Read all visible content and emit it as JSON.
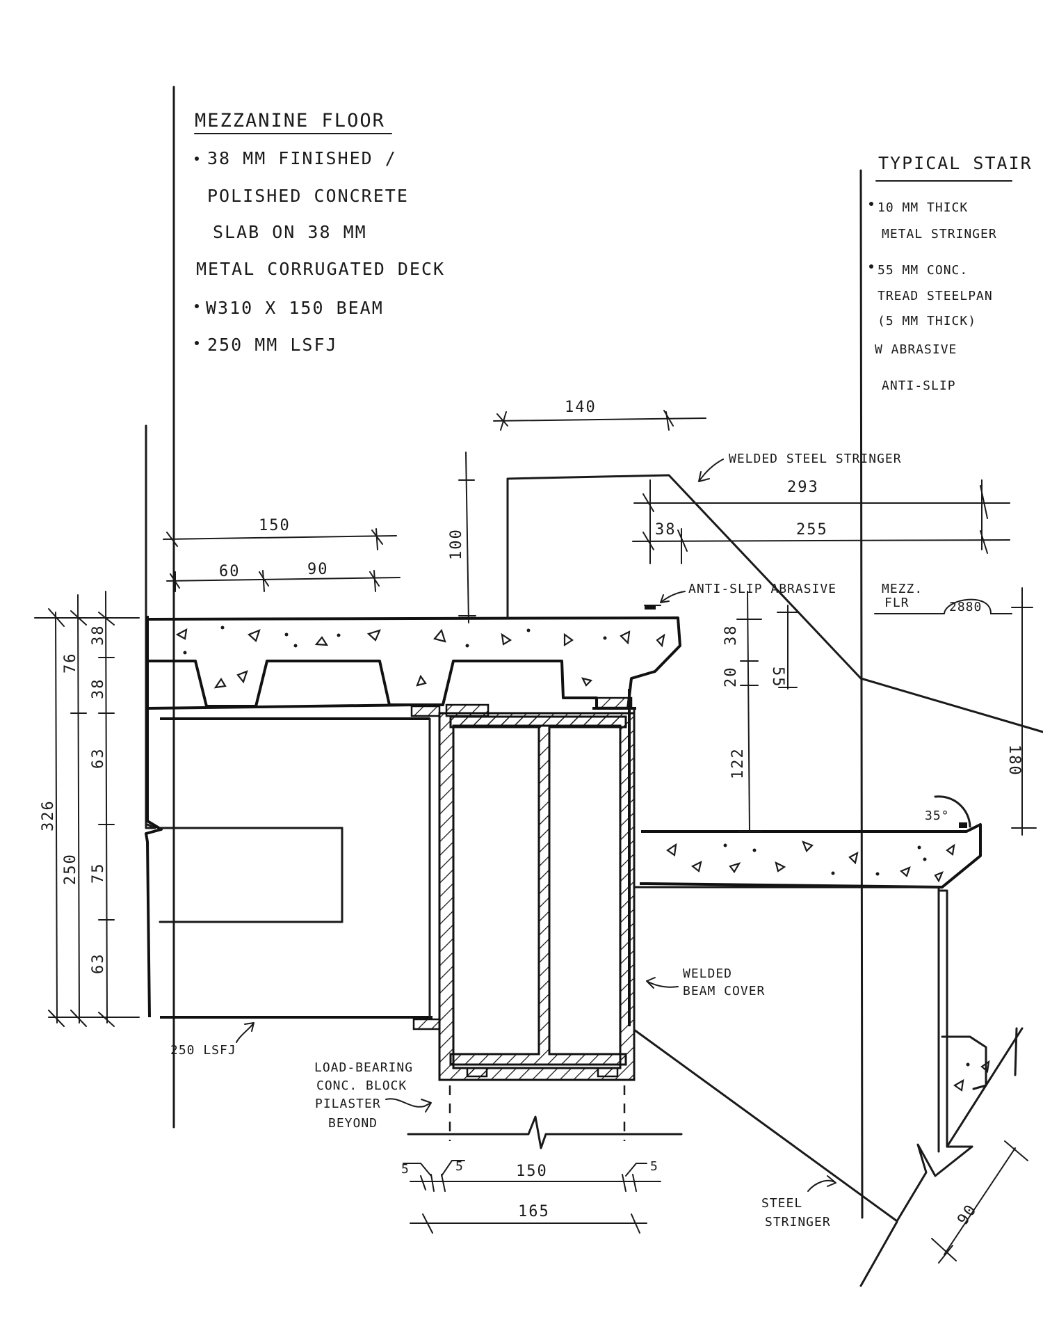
{
  "mezzanine": {
    "title": "MEZZANINE FLOOR",
    "lines": [
      "38 MM FINISHED /",
      "POLISHED CONCRETE",
      "SLAB ON 38 MM",
      "METAL CORRUGATED DECK",
      "W310 X 150 BEAM",
      "250 MM LSFJ"
    ]
  },
  "stair": {
    "title": "TYPICAL STAIR",
    "lines": [
      "10 MM THICK",
      "METAL STRINGER",
      "55 MM CONC.",
      "TREAD STEELPAN",
      "(5 MM THICK)",
      "W ABRASIVE",
      "ANTI-SLIP"
    ]
  },
  "labels": {
    "welded_stringer": "WELDED STEEL STRINGER",
    "anti_slip": "ANTI-SLIP ABRASIVE",
    "mezz_flr": [
      "MEZZ.",
      "FLR"
    ],
    "mezz_flr_level": "2880",
    "welded_cover": [
      "WELDED",
      "BEAM COVER"
    ],
    "lsfj": "250 LSFJ",
    "pilaster": [
      "LOAD-BEARING",
      "CONC. BLOCK",
      "PILASTER",
      "BEYOND"
    ],
    "steel_stringer": [
      "STEEL",
      "STRINGER"
    ],
    "angle": "35°"
  },
  "dims": {
    "d140": "140",
    "d150_top": "150",
    "d60": "60",
    "d90_top": "90",
    "d100": "100",
    "d293": "293",
    "d38_riser": "38",
    "d255": "255",
    "d38_tread": "38",
    "d20": "20",
    "d55": "55",
    "d122": "122",
    "d180": "180",
    "d326": "326",
    "d76": "76",
    "d38_a": "38",
    "d38_b": "38",
    "d63_a": "63",
    "d250": "250",
    "d75": "75",
    "d63_b": "63",
    "d5_a": "5",
    "d5_b": "5",
    "d5_c": "5",
    "d150_bot": "150",
    "d165": "165",
    "d90_bot": "90"
  }
}
